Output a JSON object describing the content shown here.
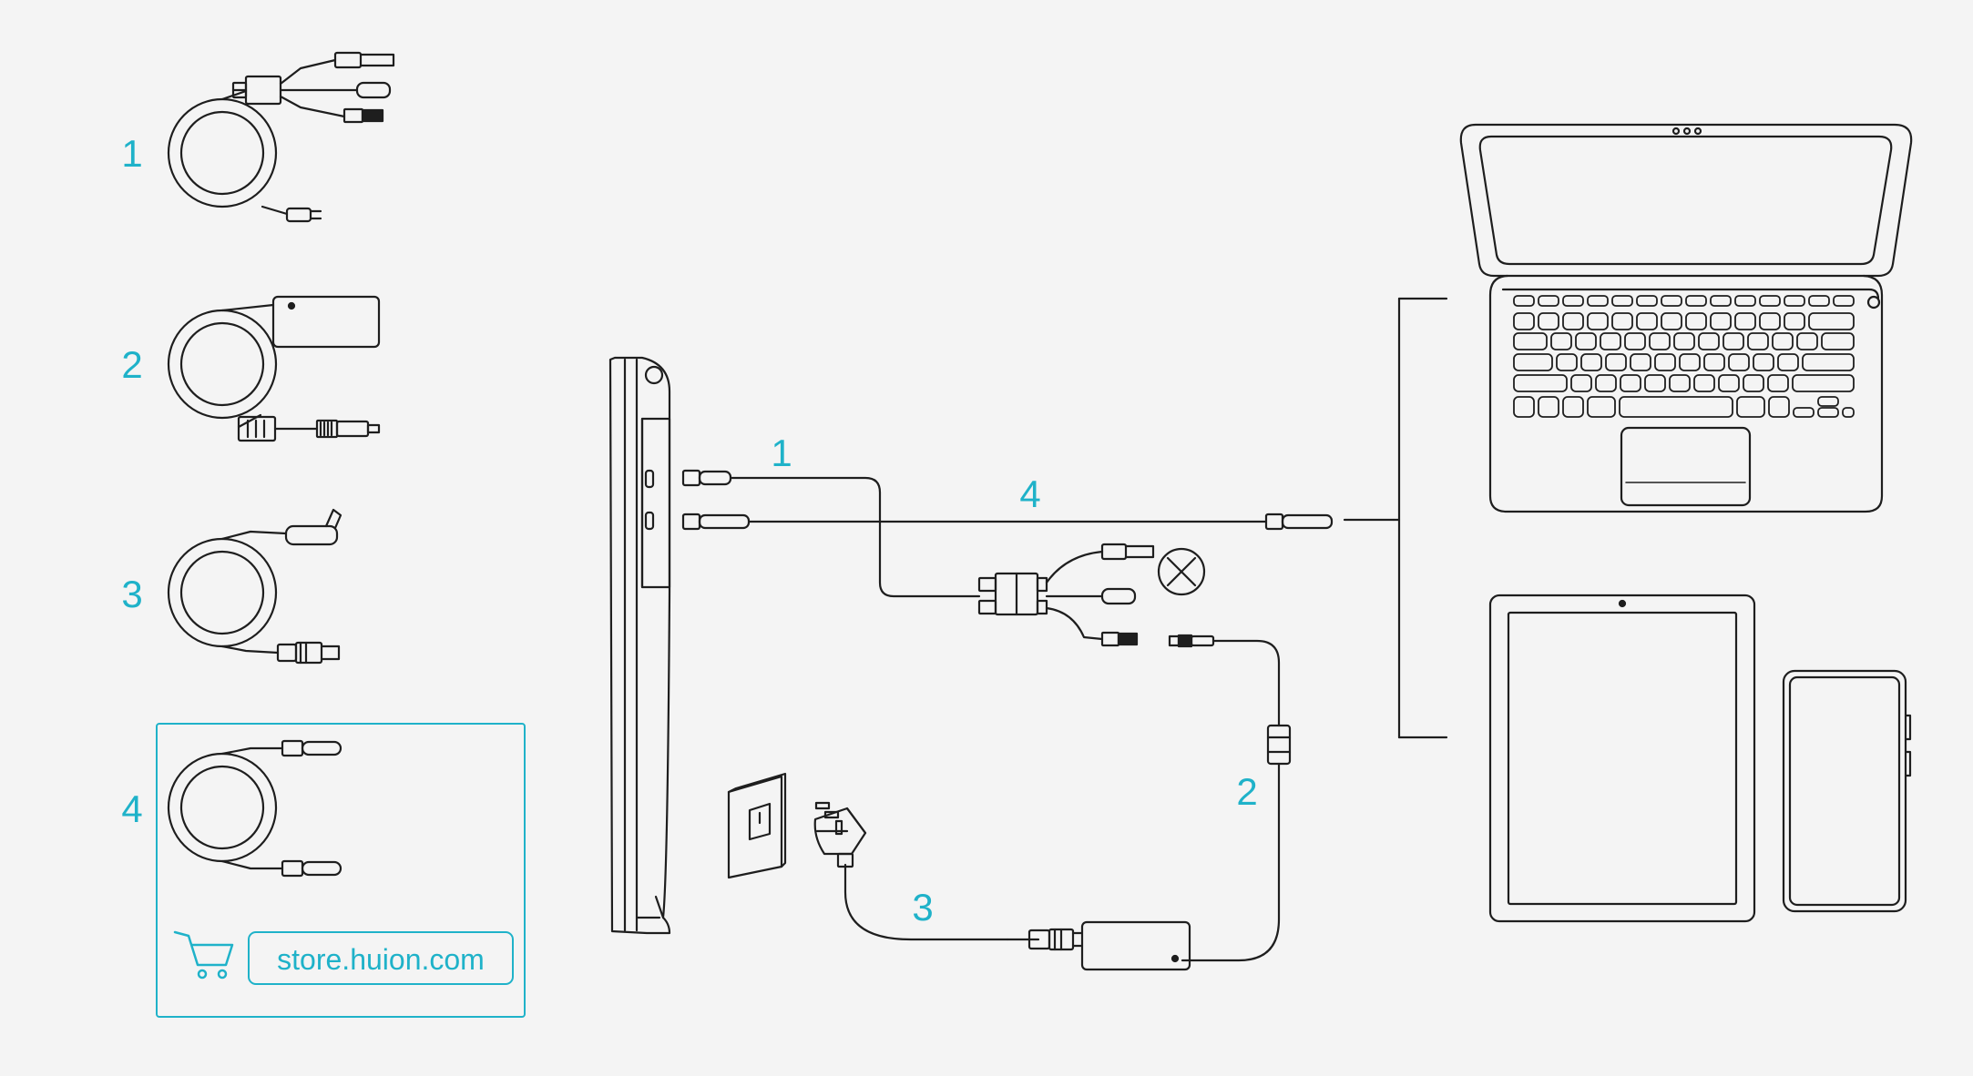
{
  "legend": {
    "items": [
      {
        "number": "1"
      },
      {
        "number": "2"
      },
      {
        "number": "3"
      },
      {
        "number": "4"
      }
    ],
    "store_link": "store.huion.com"
  },
  "diagram": {
    "cable_labels": {
      "cable1": "1",
      "cable2": "2",
      "cable3": "3",
      "cable4": "4"
    }
  },
  "colors": {
    "accent": "#1fb2c9",
    "line": "#1e1e1e",
    "background": "#f4f4f4"
  }
}
